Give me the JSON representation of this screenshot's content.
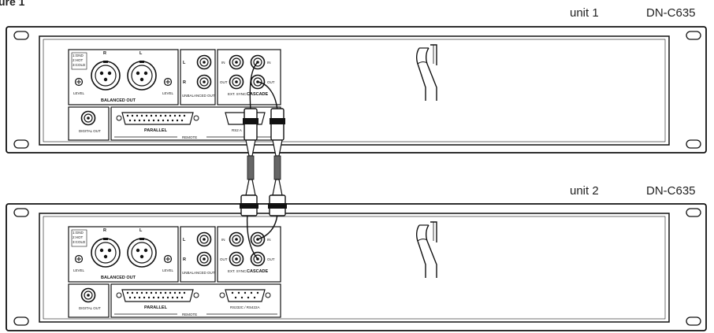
{
  "figure_header": "ure 1",
  "units": [
    {
      "unit_label": "unit 1",
      "model": "DN-C635",
      "panel": {
        "pin_legend": [
          "1:GND",
          "2:HOT",
          "3:COLD"
        ],
        "xlr_r": "R",
        "xlr_l": "L",
        "level_left": "LEVEL",
        "level_right": "LEVEL",
        "balanced_out": "BALANCED OUT",
        "rca_l": "L",
        "rca_r": "R",
        "unbalanced_out": "UNBALANCED OUT",
        "sync_in": "IN",
        "sync_out": "OUT",
        "ext_sync": "EXT. SYNC.",
        "cascade_in": "IN",
        "cascade_out": "OUT",
        "cascade": "CASCADE",
        "digital_out": "DIGITAL OUT",
        "parallel": "PARALLEL",
        "serial": "RS2 A",
        "remote": "REMOTE"
      }
    },
    {
      "unit_label": "unit 2",
      "model": "DN-C635",
      "panel": {
        "pin_legend": [
          "1:GND",
          "2:HOT",
          "3:COLD"
        ],
        "xlr_r": "R",
        "xlr_l": "L",
        "level_left": "LEVEL",
        "level_right": "LEVEL",
        "balanced_out": "BALANCED OUT",
        "rca_l": "L",
        "rca_r": "R",
        "unbalanced_out": "UNBALANCED OUT",
        "sync_in": "IN",
        "sync_out": "OUT",
        "ext_sync": "EXT. SYNC.",
        "cascade_in": "IN",
        "cascade_out": "OUT",
        "cascade": "CASCADE",
        "digital_out": "DIGITAL OUT",
        "parallel": "PARALLEL",
        "serial": "RS232C / RS422A",
        "remote": "REMOTE"
      }
    }
  ],
  "icons": [
    "xlr-connector-icon",
    "rca-jack-icon",
    "db25-connector-icon",
    "db9-connector-icon",
    "handle-icon",
    "rack-ear-hole-icon",
    "rca-plug-icon"
  ]
}
